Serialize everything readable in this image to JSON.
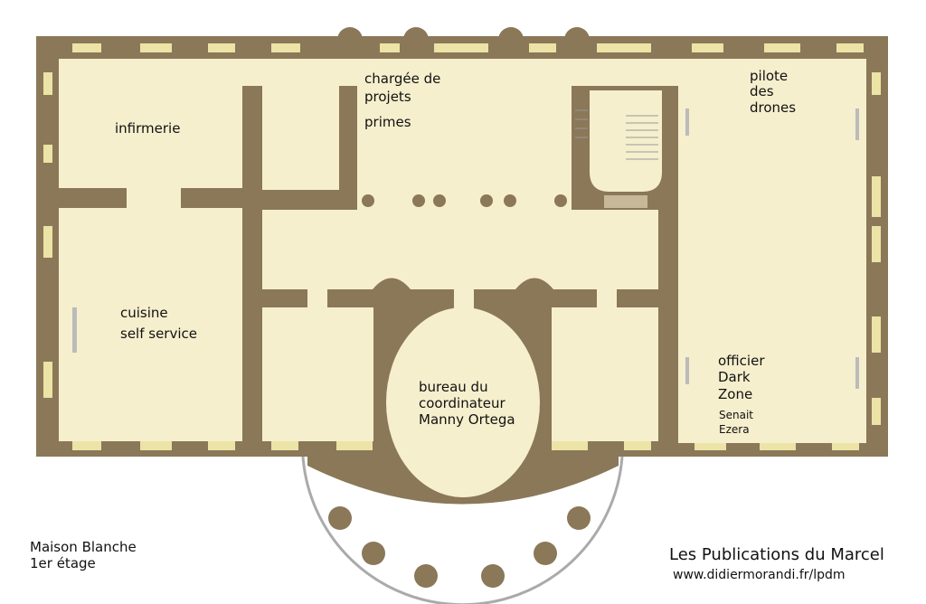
{
  "title": "Maison Blanche",
  "floor": "1er étage",
  "colors": {
    "wall": "#8a7858",
    "floor": "#f6efcd",
    "window": "#ece3a6",
    "colonnade": "#aaaaaa"
  },
  "rooms": {
    "infirmerie": "infirmerie",
    "charge_line1": "chargée de",
    "charge_line2": "projets",
    "primes": "primes",
    "pilote_line1": "pilote",
    "pilote_line2": "des",
    "pilote_line3": "drones",
    "cuisine_line1": "cuisine",
    "cuisine_line2": "self service",
    "bureau_line1": "bureau du",
    "bureau_line2": "coordinateur",
    "bureau_line3": "Manny Ortega",
    "officier_line1": "officier",
    "officier_line2": "Dark",
    "officier_line3": "Zone",
    "officier_name1": "Senait",
    "officier_name2": "Ezera"
  },
  "credits": {
    "publisher": "Les Publications du Marcel",
    "url": "www.didiermorandi.fr/lpdm"
  }
}
